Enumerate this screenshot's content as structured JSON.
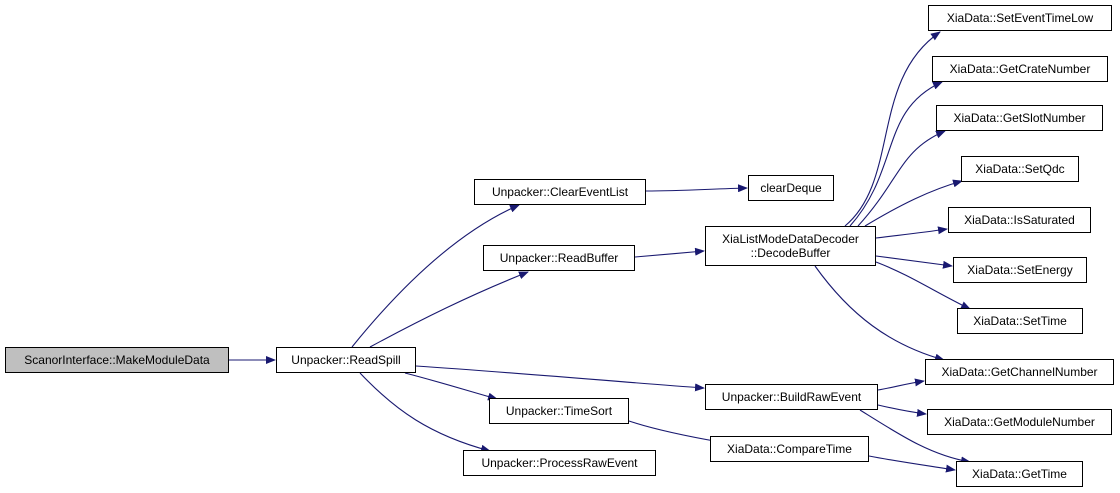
{
  "graph": {
    "nodes": {
      "root": {
        "line1": "ScanorInterface::MakeModuleData",
        "line2": ""
      },
      "read_spill": {
        "line1": "Unpacker::ReadSpill",
        "line2": ""
      },
      "clear_event_list": {
        "line1": "Unpacker::ClearEventList",
        "line2": ""
      },
      "read_buffer": {
        "line1": "Unpacker::ReadBuffer",
        "line2": ""
      },
      "time_sort": {
        "line1": "Unpacker::TimeSort",
        "line2": ""
      },
      "process_raw_event": {
        "line1": "Unpacker::ProcessRawEvent",
        "line2": ""
      },
      "clear_deque": {
        "line1": "clearDeque",
        "line2": ""
      },
      "decode_buffer": {
        "line1": "XiaListModeDataDecoder",
        "line2": "::DecodeBuffer"
      },
      "build_raw_event": {
        "line1": "Unpacker::BuildRawEvent",
        "line2": ""
      },
      "compare_time": {
        "line1": "XiaData::CompareTime",
        "line2": ""
      },
      "set_event_time_low": {
        "line1": "XiaData::SetEventTimeLow",
        "line2": ""
      },
      "get_crate_number": {
        "line1": "XiaData::GetCrateNumber",
        "line2": ""
      },
      "get_slot_number": {
        "line1": "XiaData::GetSlotNumber",
        "line2": ""
      },
      "set_qdc": {
        "line1": "XiaData::SetQdc",
        "line2": ""
      },
      "is_saturated": {
        "line1": "XiaData::IsSaturated",
        "line2": ""
      },
      "set_energy": {
        "line1": "XiaData::SetEnergy",
        "line2": ""
      },
      "set_time": {
        "line1": "XiaData::SetTime",
        "line2": ""
      },
      "get_channel_number": {
        "line1": "XiaData::GetChannelNumber",
        "line2": ""
      },
      "get_module_number": {
        "line1": "XiaData::GetModuleNumber",
        "line2": ""
      },
      "get_time": {
        "line1": "XiaData::GetTime",
        "line2": ""
      }
    },
    "colors": {
      "edge": "#191970",
      "node_border": "#000000",
      "node_fill": "#ffffff",
      "root_fill": "#bfbfbf"
    }
  }
}
